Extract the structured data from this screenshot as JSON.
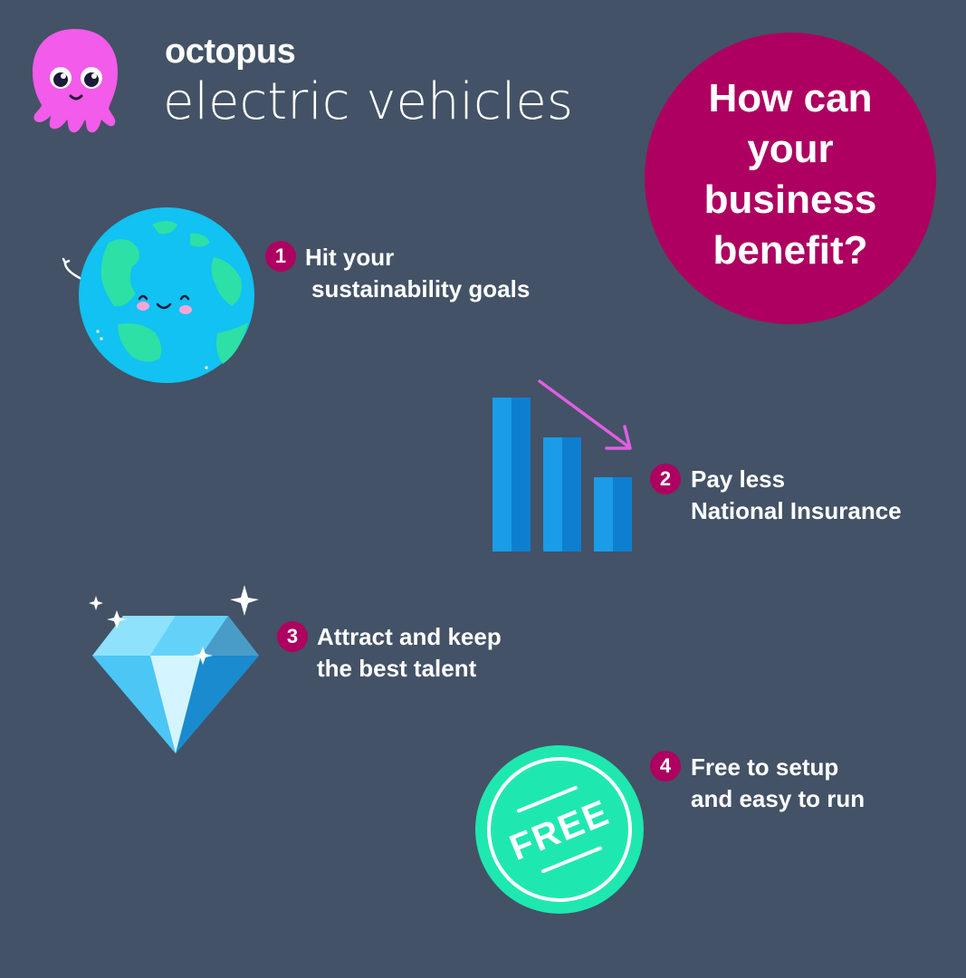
{
  "brand": {
    "name": "octopus",
    "product": "electric vehicles"
  },
  "question": "How can your business benefit?",
  "colors": {
    "background": "#435266",
    "accent": "#ad0060",
    "octopus_pink": "#f35bea",
    "free_green": "#1ee8b0",
    "bar_blue": "#1a9ce8"
  },
  "steps": [
    {
      "number": "1",
      "line1": "Hit your",
      "line2": "sustainability goals",
      "icon": "earth-icon"
    },
    {
      "number": "2",
      "line1": "Pay less",
      "line2": "National Insurance",
      "icon": "declining-bar-chart-icon"
    },
    {
      "number": "3",
      "line1": "Attract and keep",
      "line2": "the best talent",
      "icon": "diamond-icon"
    },
    {
      "number": "4",
      "line1": "Free to setup",
      "line2": "and easy to run",
      "icon": "free-badge-icon"
    }
  ],
  "free_badge_text": "FREE"
}
